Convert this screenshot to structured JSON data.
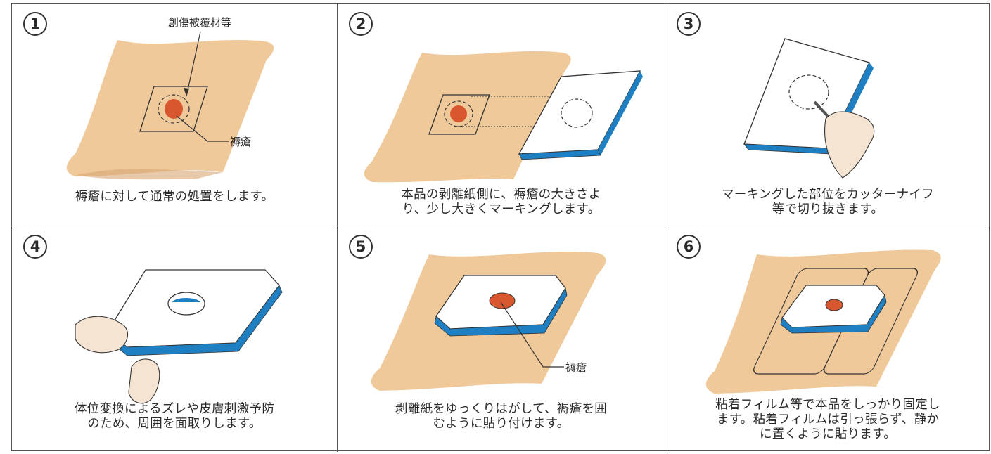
{
  "steps": [
    {
      "number": "1",
      "caption": "褥瘡に対して通常の処置をします。",
      "callouts": {
        "dressing": "創傷被覆材等",
        "ulcer": "褥瘡"
      }
    },
    {
      "number": "2",
      "caption": "本品の剥離紙側に、褥瘡の大きさよ\nり、少し大きくマーキングします。"
    },
    {
      "number": "3",
      "caption": "マーキングした部位をカッターナイフ\n等で切り抜きます。"
    },
    {
      "number": "4",
      "caption": "体位変換によるズレや皮膚刺激予防\nのため、周囲を面取りします。"
    },
    {
      "number": "5",
      "caption": "剥離紙をゆっくりはがして、褥瘡を囲\nむように貼り付けます。",
      "callouts": {
        "ulcer": "褥瘡"
      }
    },
    {
      "number": "6",
      "caption": "粘着フィルム等で本品をしっかり固定し\nます。粘着フィルムは引っ張らず、静か\nに置くように貼ります。"
    }
  ],
  "colors": {
    "skin": "#efc99a",
    "skin_dark": "#d7a775",
    "ulcer": "#d9572e",
    "blue_layer": "#1e7fc2",
    "border": "#555555"
  },
  "icons": [
    "circled-number-icon",
    "skin-patch-icon",
    "pad-icon",
    "hand-icon",
    "cutter-knife-icon",
    "film-icon"
  ]
}
